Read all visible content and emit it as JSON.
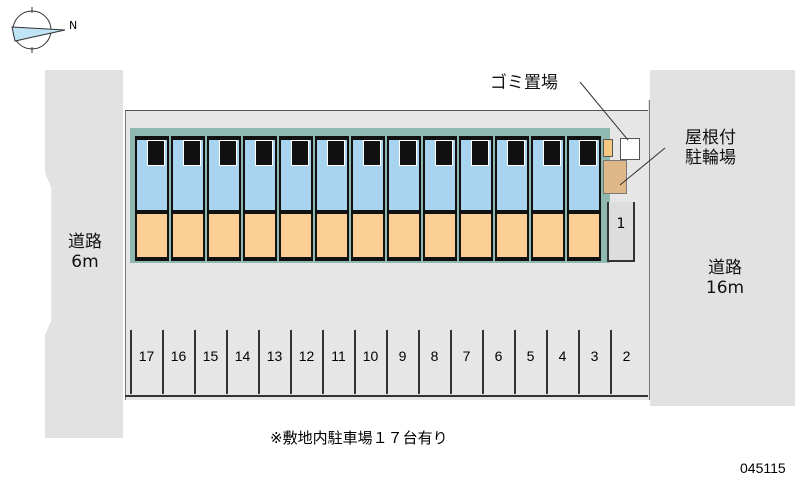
{
  "compass": {
    "label": "N"
  },
  "labels": {
    "garbage": "ゴミ置場",
    "bike_line1": "屋根付",
    "bike_line2": "駐輪場",
    "left_road_name": "道路",
    "left_road_width": "6m",
    "right_road_name": "道路",
    "right_road_width": "16m",
    "note": "※敷地内駐車場１７台有り",
    "code": "045115"
  },
  "building": {
    "unit_count": 13
  },
  "parking": {
    "front_space": "1",
    "spaces": [
      "17",
      "16",
      "15",
      "14",
      "13",
      "12",
      "11",
      "10",
      "9",
      "8",
      "7",
      "6",
      "5",
      "4",
      "3",
      "2"
    ]
  },
  "colors": {
    "room": "#a8d4f0",
    "balcony": "#fbcf94",
    "road": "#e2e2e2"
  }
}
